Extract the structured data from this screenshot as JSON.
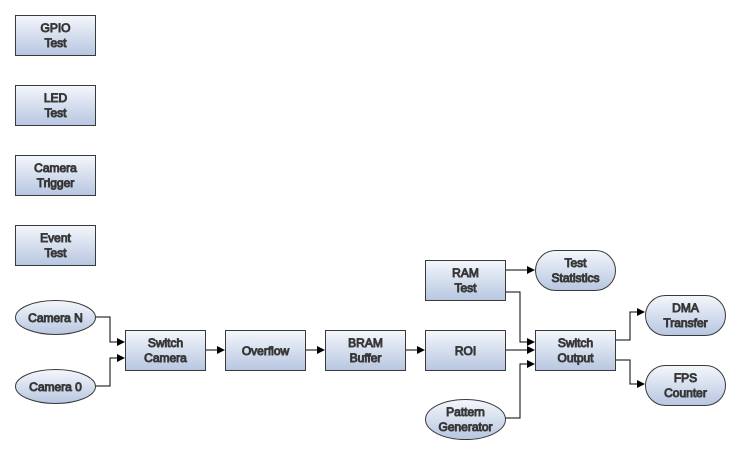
{
  "colors": {
    "fill_top": "#f4f7fc",
    "fill_bottom": "#b7c6e0",
    "stroke": "#3a3a3a",
    "arrow": "#000000"
  },
  "blocks": {
    "gpio_test": [
      "GPIO",
      "Test"
    ],
    "led_test": [
      "LED",
      "Test"
    ],
    "camera_trigger": [
      "Camera",
      "Trigger"
    ],
    "event_test": [
      "Event",
      "Test"
    ],
    "camera_n": [
      "Camera N"
    ],
    "camera_0": [
      "Camera 0"
    ],
    "switch_camera": [
      "Switch",
      "Camera"
    ],
    "overflow": [
      "Overflow"
    ],
    "bram_buffer": [
      "BRAM",
      "Buffer"
    ],
    "roi": [
      "ROI"
    ],
    "ram_test": [
      "RAM",
      "Test"
    ],
    "test_statistics": [
      "Test",
      "Statistics"
    ],
    "pattern_generator": [
      "Pattern",
      "Generator"
    ],
    "switch_output": [
      "Switch",
      "Output"
    ],
    "dma_transfer": [
      "DMA",
      "Transfer"
    ],
    "fps_counter": [
      "FPS",
      "Counter"
    ]
  }
}
